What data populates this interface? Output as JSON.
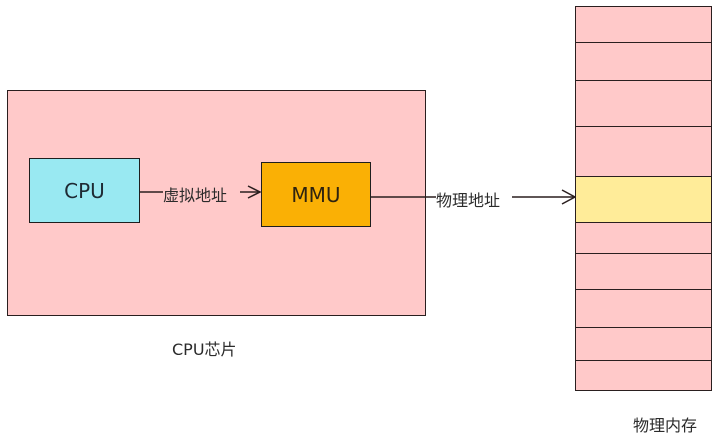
{
  "diagram": {
    "chip": {
      "caption": "CPU芯片",
      "fill": "#ffc9c9"
    },
    "cpu": {
      "label": "CPU",
      "fill": "#99e9f2"
    },
    "mmu": {
      "label": "MMU",
      "fill": "#fab005"
    },
    "edges": [
      {
        "from": "CPU",
        "to": "MMU",
        "label": "虚拟地址"
      },
      {
        "from": "MMU",
        "to": "物理内存",
        "label": "物理地址"
      }
    ],
    "memory": {
      "caption": "物理内存",
      "fill": "#ffc9c9",
      "highlight_fill": "#ffec99",
      "row_count": 10,
      "highlighted_row_index": 4
    }
  }
}
